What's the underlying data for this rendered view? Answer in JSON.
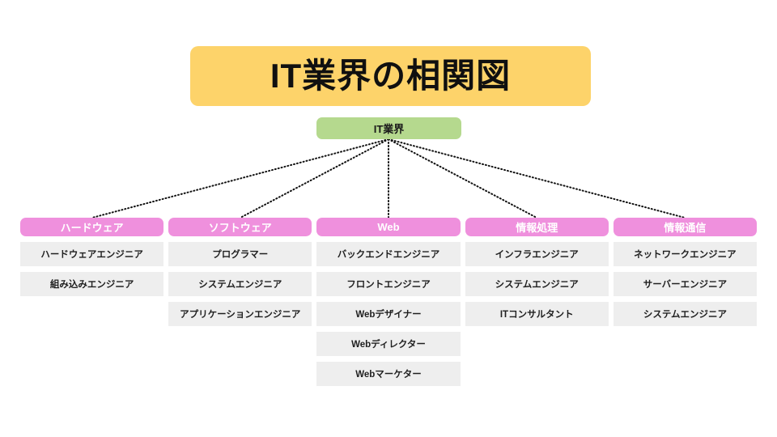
{
  "page": {
    "background_color": "#ffffff"
  },
  "title": {
    "text": "IT業界の相関図",
    "background_color": "#fdd36a",
    "text_color": "#101010"
  },
  "root": {
    "label": "IT業界",
    "background_color": "#b5d98e",
    "text_color": "#1a1a1a"
  },
  "connector": {
    "style": "dotted",
    "color": "#111111"
  },
  "colors": {
    "category_header": "#ef90dd",
    "category_header_text": "#ffffff",
    "job_item": "#eeeeee",
    "job_item_text": "#1f1f1f"
  },
  "columns": [
    {
      "category": "ハードウェア",
      "items": [
        "ハードウェアエンジニア",
        "組み込みエンジニア"
      ]
    },
    {
      "category": "ソフトウェア",
      "items": [
        "プログラマー",
        "システムエンジニア",
        "アプリケーションエンジニア"
      ]
    },
    {
      "category": "Web",
      "items": [
        "バックエンドエンジニア",
        "フロントエンジニア",
        "Webデザイナー",
        "Webディレクター",
        "Webマーケター"
      ]
    },
    {
      "category": "情報処理",
      "items": [
        "インフラエンジニア",
        "システムエンジニア",
        "ITコンサルタント"
      ]
    },
    {
      "category": "情報通信",
      "items": [
        "ネットワークエンジニア",
        "サーバーエンジニア",
        "システムエンジニア"
      ]
    }
  ]
}
